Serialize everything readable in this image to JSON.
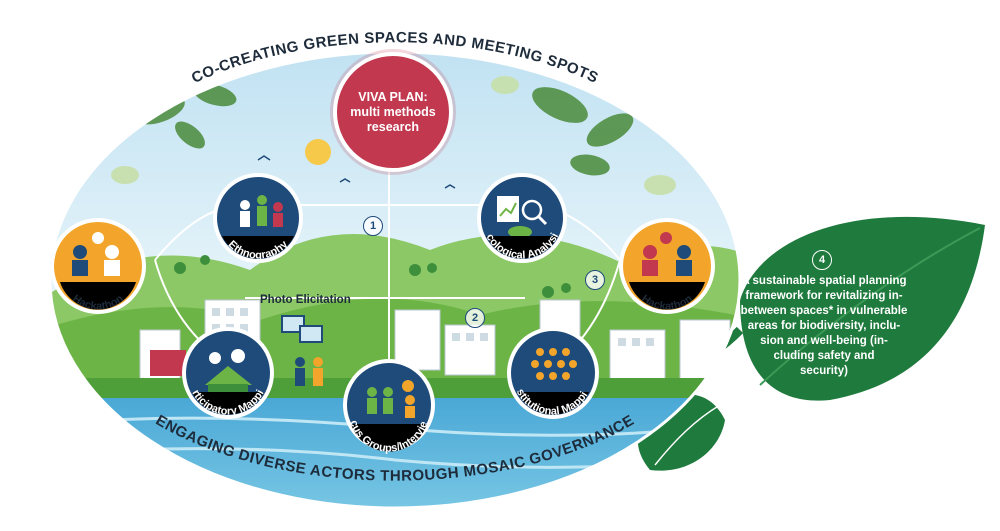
{
  "top_arc_title": "CO-CREATING GREEN SPACES AND MEETING SPOTS",
  "bottom_arc_title": "ENGAGING DIVERSE ACTORS THROUGH MOSAIC GOVERNANCE",
  "center": {
    "label": "VIVA PLAN:\nmulti methods\nresearch"
  },
  "methods": {
    "ethnography": "Ethnography",
    "ecological_analysis": "Ecological Analysis",
    "participatory_mapping": "Participatory Mapping",
    "focus_groups": "Focus Groups/Interviews",
    "institutional_mapping": "Institutional Mapping",
    "hackathon_left": "Hackathon",
    "hackathon_right": "Hackathon"
  },
  "photo_elicitation": "Photo Elicitation",
  "step_numbers": [
    "1",
    "2",
    "3",
    "4"
  ],
  "outcome": {
    "text": "A sustainable spatial planning\nframework for revitalizing in-\nbetween spaces* in vulnerable\nareas for biodiversity, inclu-\nsion and well-being (in-\ncluding safety and\nsecurity)"
  },
  "colors": {
    "navy": "#1e4b7a",
    "crimson": "#c2384f",
    "gold": "#f2a52a",
    "leaf_green": "#1f7a3d",
    "sky": "#cfe8f3",
    "water": "#5bb6da"
  }
}
